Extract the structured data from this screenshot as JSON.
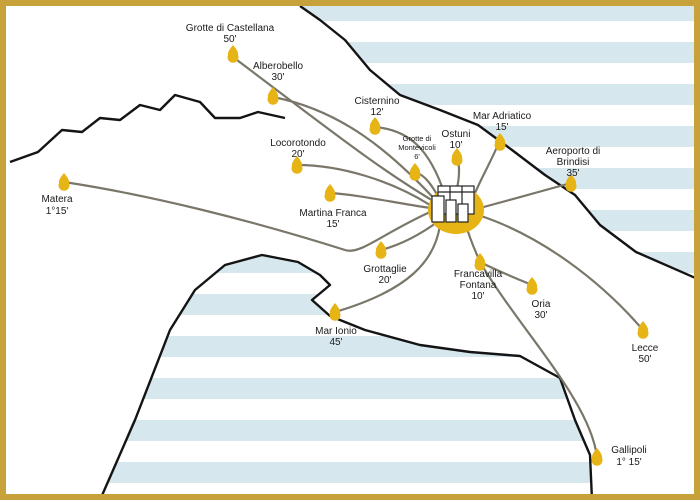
{
  "colors": {
    "frame": "#c7a23a",
    "sea_stripe": "#d6e8ee",
    "coast": "#141414",
    "route": "#7a776a",
    "pin": "#e7b416"
  },
  "hub": {
    "icon": "building-icon"
  },
  "places": [
    {
      "id": "grotte-di-castellana",
      "name": "Grotte di Castellana",
      "time": "50'"
    },
    {
      "id": "alberobello",
      "name": "Alberobello",
      "time": "30'"
    },
    {
      "id": "cisternino",
      "name": "Cisternino",
      "time": "12'"
    },
    {
      "id": "mar-adriatico",
      "name": "Mar Adriatico",
      "time": "15'"
    },
    {
      "id": "grotte-di-montevicoli",
      "name_line1": "Grotte di",
      "name_line2": "Montevicoli",
      "time": "6'"
    },
    {
      "id": "ostuni",
      "name": "Ostuni",
      "time": "10'"
    },
    {
      "id": "locorotondo",
      "name": "Locorotondo",
      "time": "20'"
    },
    {
      "id": "aeroporto-di-brindisi",
      "name_line1": "Aeroporto di",
      "name_line2": "Brindisi",
      "time": "35'"
    },
    {
      "id": "matera",
      "name": "Matera",
      "time": "1°15'"
    },
    {
      "id": "martina-franca",
      "name": "Martina Franca",
      "time": "15'"
    },
    {
      "id": "grottaglie",
      "name": "Grottaglie",
      "time": "20'"
    },
    {
      "id": "francavilla-fontana",
      "name_line1": "Francavilla",
      "name_line2": "Fontana",
      "time": "10'"
    },
    {
      "id": "oria",
      "name": "Oria",
      "time": "30'"
    },
    {
      "id": "mar-ionio",
      "name": "Mar Ionio",
      "time": "45'"
    },
    {
      "id": "lecce",
      "name": "Lecce",
      "time": "50'"
    },
    {
      "id": "gallipoli",
      "name": "Gallipoli",
      "time": "1° 15'"
    }
  ]
}
